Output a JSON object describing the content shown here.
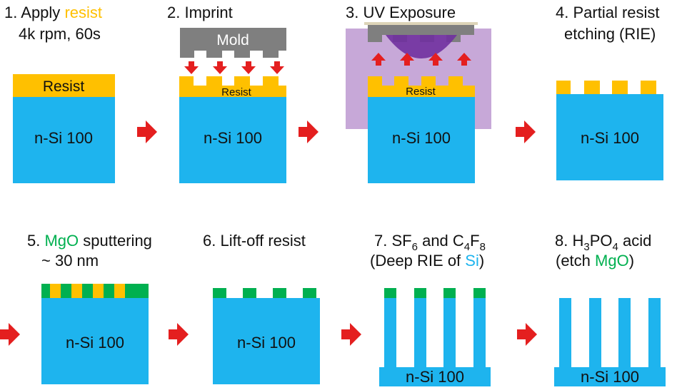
{
  "colors": {
    "silicon": "#1EB4EE",
    "resist": "#FFC000",
    "mold": "#7F7F7F",
    "uv_glow": "#C7A8D8",
    "uv_lens": "#7030A0",
    "mgo": "#00B050",
    "arrow": "#E41F1F",
    "text": "#111111"
  },
  "steps": [
    {
      "number": "1.",
      "title_a": "Apply",
      "title_b": "resist",
      "line2": "4k rpm, 60s"
    },
    {
      "number": "2.",
      "title": "Imprint"
    },
    {
      "number": "3.",
      "title": "UV Exposure"
    },
    {
      "number": "4.",
      "title": "Partial resist",
      "line2": "etching (RIE)"
    },
    {
      "number": "5.",
      "title_a": "MgO",
      "title_b": "sputtering",
      "line2": "~ 30 nm"
    },
    {
      "number": "6.",
      "title": "Lift-off resist"
    },
    {
      "number": "7.",
      "title_a": "SF",
      "sub1": "6",
      "title_b": "and C",
      "sub2": "4",
      "title_c": "F",
      "sub3": "8",
      "line2_a": "(Deep RIE of",
      "line2_b": "Si",
      "line2_c": ")"
    },
    {
      "number": "8.",
      "title_a": "H",
      "sub1": "3",
      "title_b": "PO",
      "sub2": "4",
      "title_c": "acid",
      "line2_a": "(etch",
      "line2_b": "MgO",
      "line2_c": ")"
    }
  ],
  "labels": {
    "substrate": "n-Si 100",
    "resist": "Resist",
    "mold": "Mold"
  }
}
